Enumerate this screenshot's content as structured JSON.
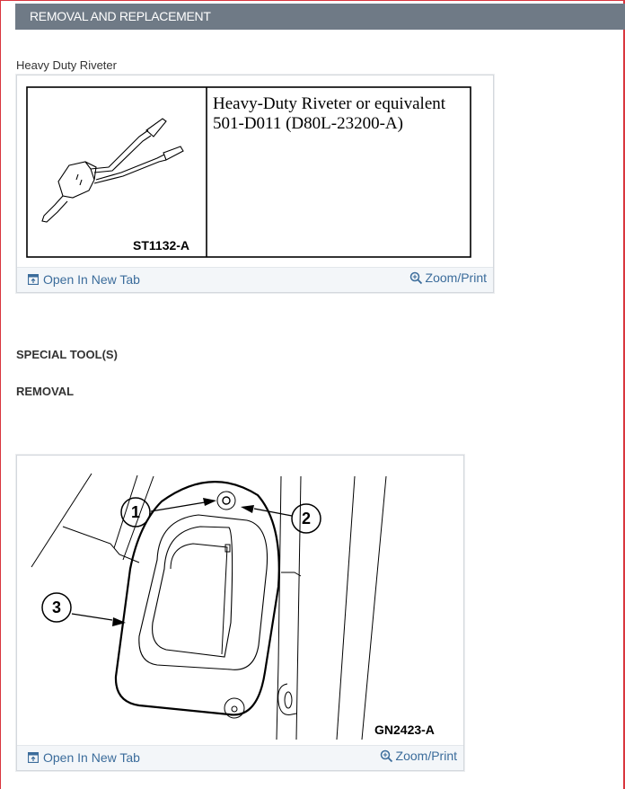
{
  "header": {
    "title": "REMOVAL AND REPLACEMENT"
  },
  "figure1": {
    "caption": "Heavy Duty Riveter",
    "tool_name": "Heavy-Duty Riveter or equivalent",
    "tool_number": "501-D011 (D80L-23200-A)",
    "image_code": "ST1132-A",
    "open_tab_label": "Open In New Tab",
    "zoom_print_label": "Zoom/Print"
  },
  "sections": {
    "special_tools": "SPECIAL TOOL(S)",
    "removal": "REMOVAL"
  },
  "figure2": {
    "image_code": "GN2423-A",
    "callouts": [
      "1",
      "2",
      "3"
    ],
    "open_tab_label": "Open In New Tab",
    "zoom_print_label": "Zoom/Print"
  },
  "icons": {
    "open_tab": "open-new-tab-icon",
    "zoom": "magnifier-plus-icon"
  },
  "colors": {
    "header_bg": "#6f7a86",
    "link": "#3b6c9b",
    "toolbar_bg": "#f3f6f9",
    "window_border": "#d9363e"
  }
}
